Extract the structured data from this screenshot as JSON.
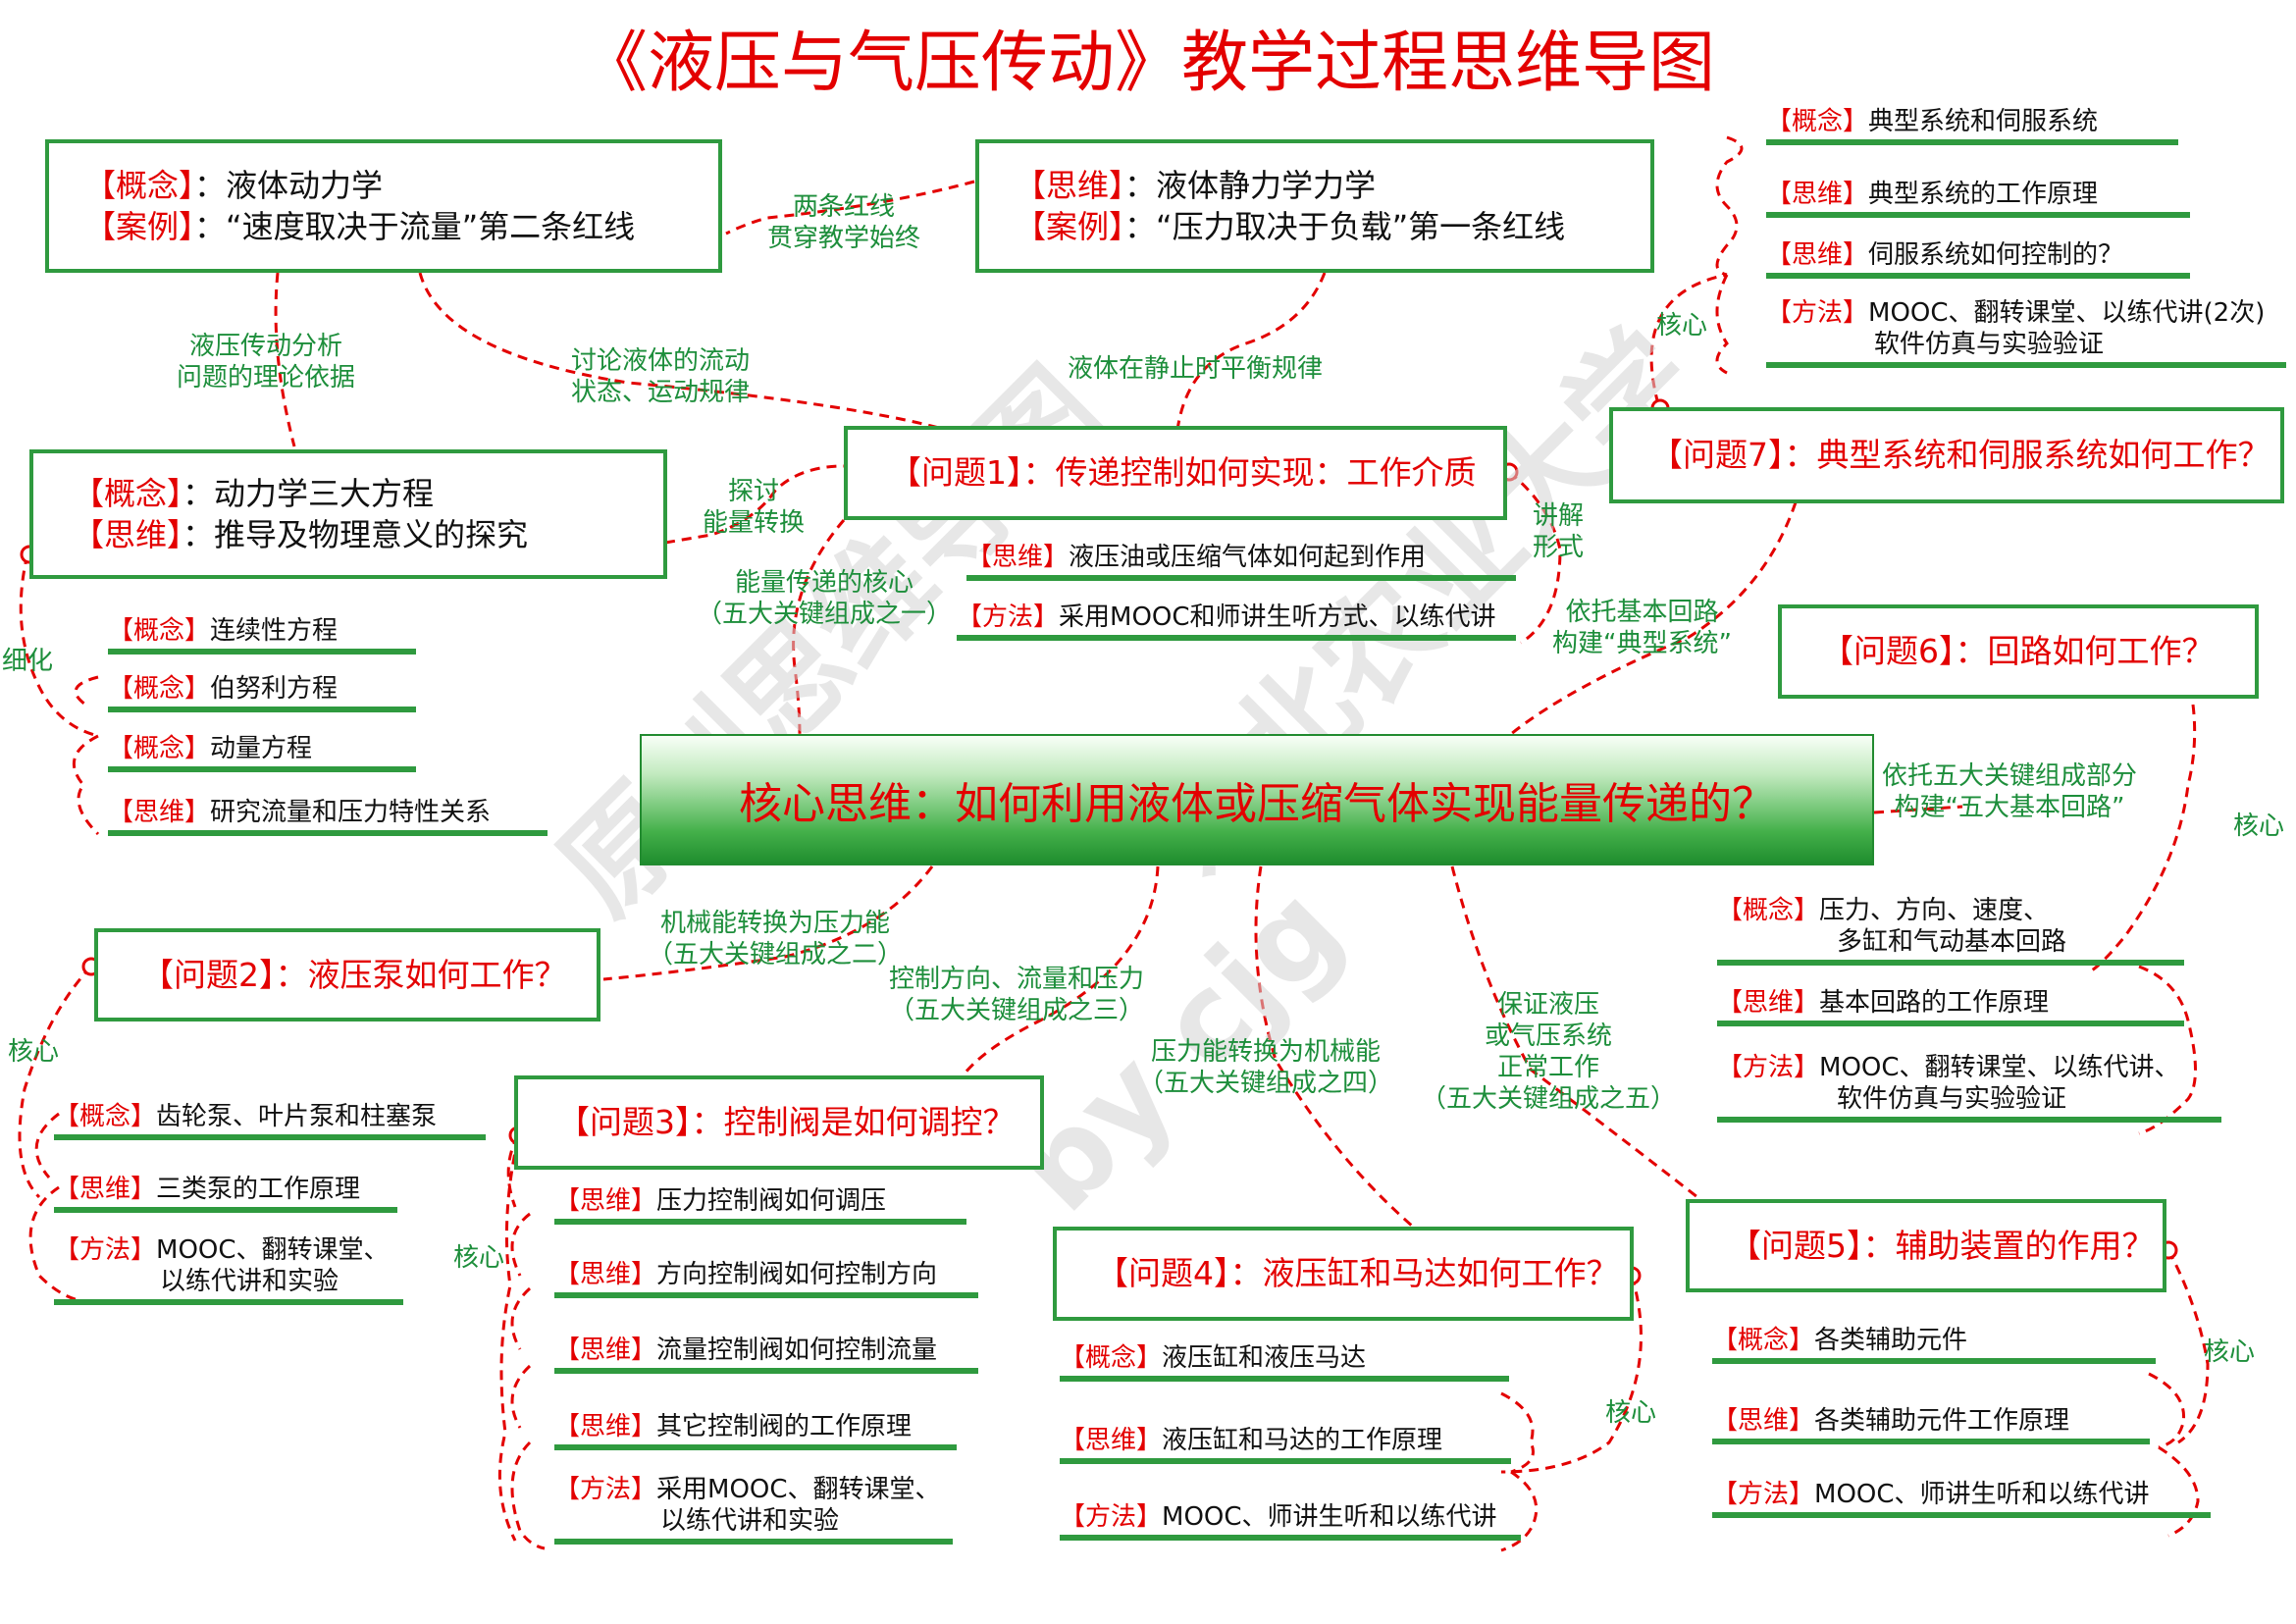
{
  "title": "《液压与气压传动》教学过程思维导图",
  "core": "核心思维：如何利用液体或压缩气体实现能量传递的？",
  "boxes": {
    "dynamics": {
      "tag1": "【概念】",
      "text1": "：液体动力学",
      "tag2": "【案例】",
      "text2": "：“速度取决于流量”第二条红线"
    },
    "statics": {
      "tag1": "【思维】",
      "text1": "：液体静力学力学",
      "tag2": "【案例】",
      "text2": "：“压力取决于负载”第一条红线"
    },
    "equations": {
      "tag1": "【概念】",
      "text1": "：动力学三大方程",
      "tag2": "【思维】",
      "text2": "：推导及物理意义的探究"
    },
    "q1": "【问题1】：传递控制如何实现：工作介质",
    "q2": "【问题2】：液压泵如何工作？",
    "q3": "【问题3】：控制阀是如何调控？",
    "q4": "【问题4】：液压缸和马达如何工作？",
    "q5": "【问题5】：辅助装置的作用？",
    "q6": "【问题6】：回路如何工作？",
    "q7": "【问题7】：典型系统和伺服系统如何工作？"
  },
  "items": {
    "q1": [
      {
        "tag": "【思维】",
        "text": "液压油或压缩气体如何起到作用"
      },
      {
        "tag": "【方法】",
        "text": "采用MOOC和师讲生听方式、以练代讲"
      }
    ],
    "equations": [
      {
        "tag": "【概念】",
        "text": "连续性方程"
      },
      {
        "tag": "【概念】",
        "text": "伯努利方程"
      },
      {
        "tag": "【概念】",
        "text": "动量方程"
      },
      {
        "tag": "【思维】",
        "text": "研究流量和压力特性关系"
      }
    ],
    "q7": [
      {
        "tag": "【概念】",
        "text": "典型系统和伺服系统"
      },
      {
        "tag": "【思维】",
        "text": "典型系统的工作原理"
      },
      {
        "tag": "【思维】",
        "text": "伺服系统如何控制的？"
      },
      {
        "tag": "【方法】",
        "text": "MOOC、翻转课堂、以练代讲(2次)",
        "text2": "软件仿真与实验验证"
      }
    ],
    "q6": [
      {
        "tag": "【概念】",
        "text": "压力、方向、速度、",
        "text2": "多缸和气动基本回路"
      },
      {
        "tag": "【思维】",
        "text": "基本回路的工作原理"
      },
      {
        "tag": "【方法】",
        "text": "MOOC、翻转课堂、以练代讲、",
        "text2": "软件仿真与实验验证"
      }
    ],
    "q2": [
      {
        "tag": "【概念】",
        "text": "齿轮泵、叶片泵和柱塞泵"
      },
      {
        "tag": "【思维】",
        "text": "三类泵的工作原理"
      },
      {
        "tag": "【方法】",
        "text": "MOOC、翻转课堂、",
        "text2": "以练代讲和实验"
      }
    ],
    "q3": [
      {
        "tag": "【思维】",
        "text": "压力控制阀如何调压"
      },
      {
        "tag": "【思维】",
        "text": "方向控制阀如何控制方向"
      },
      {
        "tag": "【思维】",
        "text": "流量控制阀如何控制流量"
      },
      {
        "tag": "【思维】",
        "text": "其它控制阀的工作原理"
      },
      {
        "tag": "【方法】",
        "text": "采用MOOC、翻转课堂、",
        "text2": "以练代讲和实验"
      }
    ],
    "q4": [
      {
        "tag": "【概念】",
        "text": "液压缸和液压马达"
      },
      {
        "tag": "【思维】",
        "text": "液压缸和马达的工作原理"
      },
      {
        "tag": "【方法】",
        "text": "MOOC、师讲生听和以练代讲"
      }
    ],
    "q5": [
      {
        "tag": "【概念】",
        "text": "各类辅助元件"
      },
      {
        "tag": "【思维】",
        "text": "各类辅助元件工作原理"
      },
      {
        "tag": "【方法】",
        "text": "MOOC、师讲生听和以练代讲"
      }
    ]
  },
  "labels": {
    "two_red_lines": [
      "两条红线",
      "贯穿教学始终"
    ],
    "theory_basis": [
      "液压传动分析",
      "问题的理论依据"
    ],
    "flow_state": [
      "讨论液体的流动",
      "状态、运动规律"
    ],
    "static_balance": [
      "液体在静止时平衡规律"
    ],
    "energy_convert": [
      "探讨",
      "能量转换"
    ],
    "energy_core": [
      "能量传递的核心",
      "（五大关键组成之一）"
    ],
    "explain_form": [
      "讲解",
      "形式"
    ],
    "typical_system": [
      "依托基本回路",
      "构建“典型系统”"
    ],
    "basic_circuits": [
      "依托五大关键组成部分",
      "构建“五大基本回路”"
    ],
    "refine": [
      "细化"
    ],
    "core_q7": [
      "核心"
    ],
    "core_q6": [
      "核心"
    ],
    "core_q2": [
      "核心"
    ],
    "core_q3": [
      "核心"
    ],
    "core_q4": [
      "核心"
    ],
    "core_q5": [
      "核心"
    ],
    "mech_to_pressure": [
      "机械能转换为压力能",
      "（五大关键组成之二）"
    ],
    "control_dir": [
      "控制方向、流量和压力",
      "（五大关键组成之三）"
    ],
    "pressure_to_mech": [
      "压力能转换为机械能",
      "（五大关键组成之四）"
    ],
    "ensure_normal": [
      "保证液压",
      "或气压系统",
      "正常工作",
      "（五大关键组成之五）"
    ]
  },
  "watermark": [
    "原创思维导图",
    "东北农业大学",
    "by cjg"
  ],
  "colors": {
    "accent_red": "#e30000",
    "border_green": "#2f9a3f",
    "label_green": "#1d8e3b",
    "core_gradient": "#44b04a"
  }
}
